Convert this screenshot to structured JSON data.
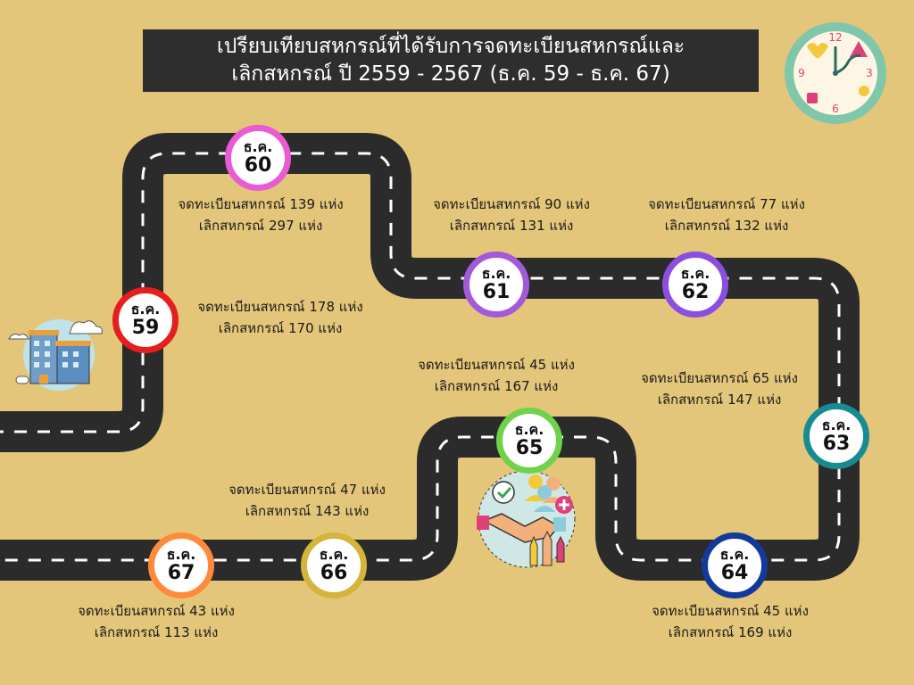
{
  "title": {
    "line1": "เปรียบเทียบสหกรณ์ที่ได้รับการจดทะเบียนสหกรณ์และ",
    "line2": "เลิกสหกรณ์ ปี 2559 - 2567 (ธ.ค. 59 - ธ.ค. 67)"
  },
  "labels": {
    "register": "จดทะเบียนสหกรณ์",
    "dissolve": "เลิกสหกรณ์",
    "unit": "แห่ง",
    "month": "ธ.ค."
  },
  "colors": {
    "background": "#e4c67a",
    "road": "#2b2b2b",
    "title_bg": "#2e2e2e"
  },
  "years": [
    {
      "year": "59",
      "registered": 178,
      "dissolved": 170,
      "color": "#e61e1e"
    },
    {
      "year": "60",
      "registered": 139,
      "dissolved": 297,
      "color": "#e85bd4"
    },
    {
      "year": "61",
      "registered": 90,
      "dissolved": 131,
      "color": "#a35ad8"
    },
    {
      "year": "62",
      "registered": 77,
      "dissolved": 132,
      "color": "#8a4fe0"
    },
    {
      "year": "63",
      "registered": 65,
      "dissolved": 147,
      "color": "#168c92"
    },
    {
      "year": "64",
      "registered": 45,
      "dissolved": 169,
      "color": "#13399b"
    },
    {
      "year": "65",
      "registered": 45,
      "dissolved": 167,
      "color": "#6fd34a"
    },
    {
      "year": "66",
      "registered": 47,
      "dissolved": 143,
      "color": "#d4b43a"
    },
    {
      "year": "67",
      "registered": 43,
      "dissolved": 113,
      "color": "#ff8a3c"
    }
  ],
  "icons": {
    "clock": "clock-icon",
    "building": "building-icon",
    "handshake": "handshake-icon"
  }
}
